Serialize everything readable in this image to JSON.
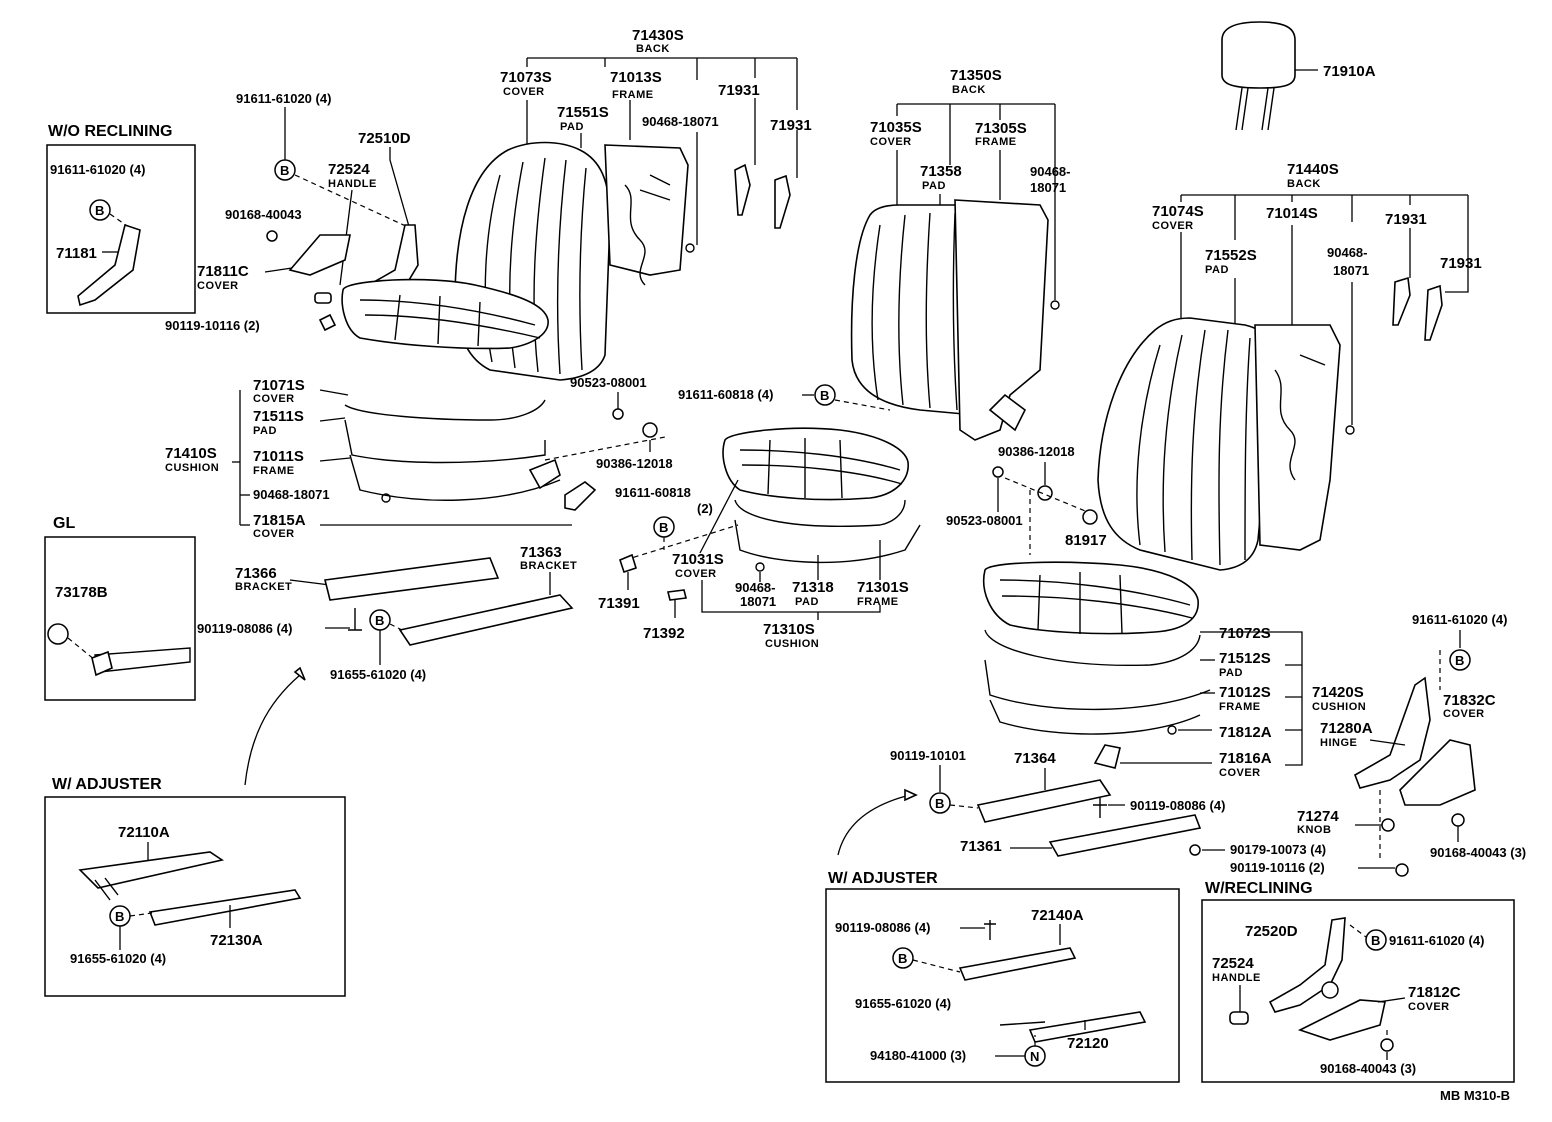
{
  "diagram": {
    "inset_headings": {
      "wo_reclining": "W/O RECLINING",
      "gl": "GL",
      "w_adjuster_left": "W/ ADJUSTER",
      "w_adjuster_right": "W/ ADJUSTER",
      "w_reclining": "W/RECLINING"
    },
    "circle_symbols": {
      "b": "B",
      "n": "N"
    },
    "footer_code": "MB  M310-B",
    "labels": {
      "p71430S": "71430S",
      "p71430S_sub": "BACK",
      "p71073S": "71073S",
      "p71073S_sub": "COVER",
      "p71013S": "71013S",
      "p71013S_sub": "FRAME",
      "p71551S": "71551S",
      "p71551S_sub": "PAD",
      "p90468_a": "90468-18071",
      "p71931_a": "71931",
      "p71931_b": "71931",
      "p91611_61020_top": "91611-61020 (4)",
      "p72510D": "72510D",
      "p72524_top": "72524",
      "p72524_top_sub": "HANDLE",
      "p90168_40043_top": "90168-40043",
      "p71811C": "71811C",
      "p71811C_sub": "COVER",
      "p90119_10116_top": "90119-10116 (2)",
      "wo_91611": "91611-61020 (4)",
      "wo_71181": "71181",
      "p71071S": "71071S",
      "p71071S_sub": "COVER",
      "p71511S": "71511S",
      "p71511S_sub": "PAD",
      "p71410S": "71410S",
      "p71410S_sub": "CUSHION",
      "p71011S": "71011S",
      "p71011S_sub": "FRAME",
      "p90468_b": "90468-18071",
      "p71815A": "71815A",
      "p71815A_sub": "COVER",
      "p90523_a": "90523-08001",
      "p90386_a": "90386-12018",
      "gl_73178B": "73178B",
      "p71366": "71366",
      "p71366_sub": "BRACKET",
      "p71363": "71363",
      "p71363_sub": "BRACKET",
      "p90119_08086_a": "90119-08086 (4)",
      "p91655_61020_a": "91655-61020 (4)",
      "wal_72110A": "72110A",
      "wal_72130A": "72130A",
      "wal_91655": "91655-61020 (4)",
      "p71350S": "71350S",
      "p71350S_sub": "BACK",
      "p71035S": "71035S",
      "p71035S_sub": "COVER",
      "p71305S": "71305S",
      "p71305S_sub": "FRAME",
      "p71358": "71358",
      "p71358_sub": "PAD",
      "p90468_c1": "90468-",
      "p90468_c2": "18071",
      "p91611_60818_a": "91611-60818 (4)",
      "p91611_60818_b": "91611-60818",
      "p91611_60818_b2": "(2)",
      "p71031S": "71031S",
      "p71031S_sub": "COVER",
      "p90468_d1": "90468-",
      "p90468_d2": "18071",
      "p71318": "71318",
      "p71318_sub": "PAD",
      "p71301S": "71301S",
      "p71301S_sub": "FRAME",
      "p71391": "71391",
      "p71392": "71392",
      "p71310S": "71310S",
      "p71310S_sub": "CUSHION",
      "p90386_b": "90386-12018",
      "p90523_b": "90523-08001",
      "p81917": "81917",
      "p71910A": "71910A",
      "p71440S": "71440S",
      "p71440S_sub": "BACK",
      "p71074S": "71074S",
      "p71074S_sub": "COVER",
      "p71014S": "71014S",
      "p71552S": "71552S",
      "p71552S_sub": "PAD",
      "p90468_e1": "90468-",
      "p90468_e2": "18071",
      "p71931_c": "71931",
      "p71931_d": "71931",
      "p71072S": "71072S",
      "p71512S": "71512S",
      "p71512S_sub": "PAD",
      "p71012S": "71012S",
      "p71012S_sub": "FRAME",
      "p71420S": "71420S",
      "p71420S_sub": "CUSHION",
      "p71812A": "71812A",
      "p71816A": "71816A",
      "p71816A_sub": "COVER",
      "p91611_61020_r": "91611-61020 (4)",
      "p71832C": "71832C",
      "p71832C_sub": "COVER",
      "p71280A": "71280A",
      "p71280A_sub": "HINGE",
      "p71274": "71274",
      "p71274_sub": "KNOB",
      "p90168_40043_r": "90168-40043 (3)",
      "p90119_10116_r": "90119-10116 (2)",
      "p90119_10101": "90119-10101",
      "p71364": "71364",
      "p90119_08086_b": "90119-08086 (4)",
      "p71361": "71361",
      "p90179_10073": "90179-10073 (4)",
      "war_90119": "90119-08086 (4)",
      "war_72140A": "72140A",
      "war_91655": "91655-61020 (4)",
      "war_72120": "72120",
      "war_94180": "94180-41000 (3)",
      "wr_72520D": "72520D",
      "wr_91611": "91611-61020 (4)",
      "wr_72524": "72524",
      "wr_72524_sub": "HANDLE",
      "wr_71812C": "71812C",
      "wr_71812C_sub": "COVER",
      "wr_90168": "90168-40043 (3)"
    }
  }
}
